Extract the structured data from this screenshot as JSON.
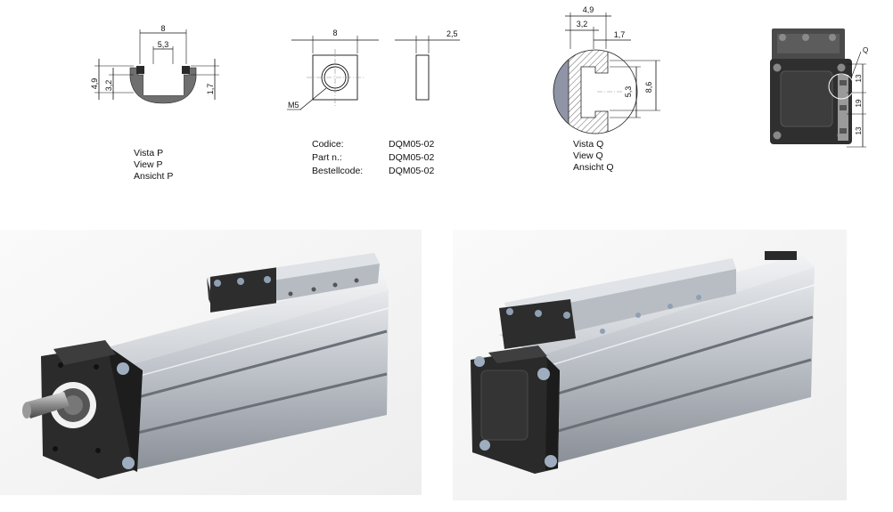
{
  "dims": {
    "p_top": "8",
    "p_inner": "5,3",
    "p_left_outer": "4,9",
    "p_left_inner": "3,2",
    "p_right": "1,7",
    "nut_width": "8",
    "nut_thread": "M5",
    "plate_thickness": "2,5",
    "q_top_outer": "4,9",
    "q_top_inner": "3,2",
    "q_top_right": "1,7",
    "q_slot": "5,3",
    "q_height": "8,6",
    "end_q": "Q",
    "end_a": "13",
    "end_b": "19",
    "end_c": "13"
  },
  "view_p": [
    "Vista  P",
    "View P",
    "Ansicht P"
  ],
  "view_q": [
    "Vista  Q",
    "View Q",
    "Ansicht Q"
  ],
  "code": {
    "labels": [
      "Codice:",
      "Part n.:",
      "Bestellcode:"
    ],
    "values": [
      "DQM05-02",
      "DQM05-02",
      "DQM05-02"
    ]
  }
}
